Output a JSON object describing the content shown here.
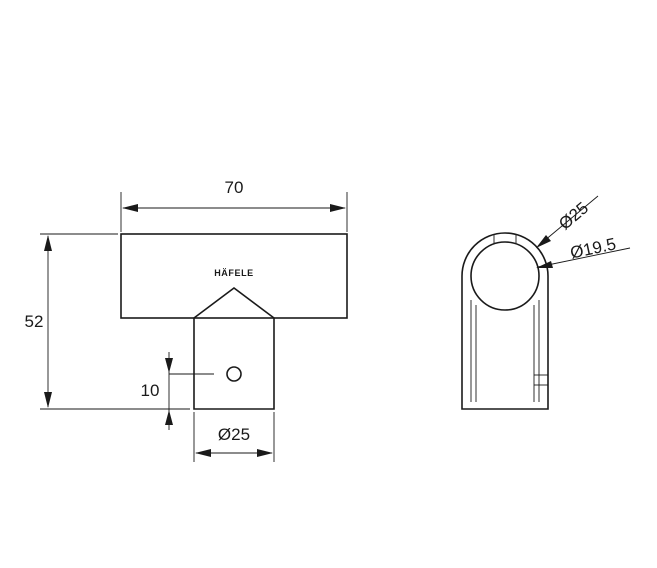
{
  "drawing": {
    "brand_mark": "HÄFELE",
    "dimensions": {
      "width": "70",
      "height": "52",
      "hole_offset": "10",
      "stem_diameter": "Ø25",
      "outer_diameter": "Ø25",
      "inner_diameter": "Ø19.5"
    }
  },
  "colors": {
    "line": "#1a1a1a",
    "background": "#ffffff"
  }
}
